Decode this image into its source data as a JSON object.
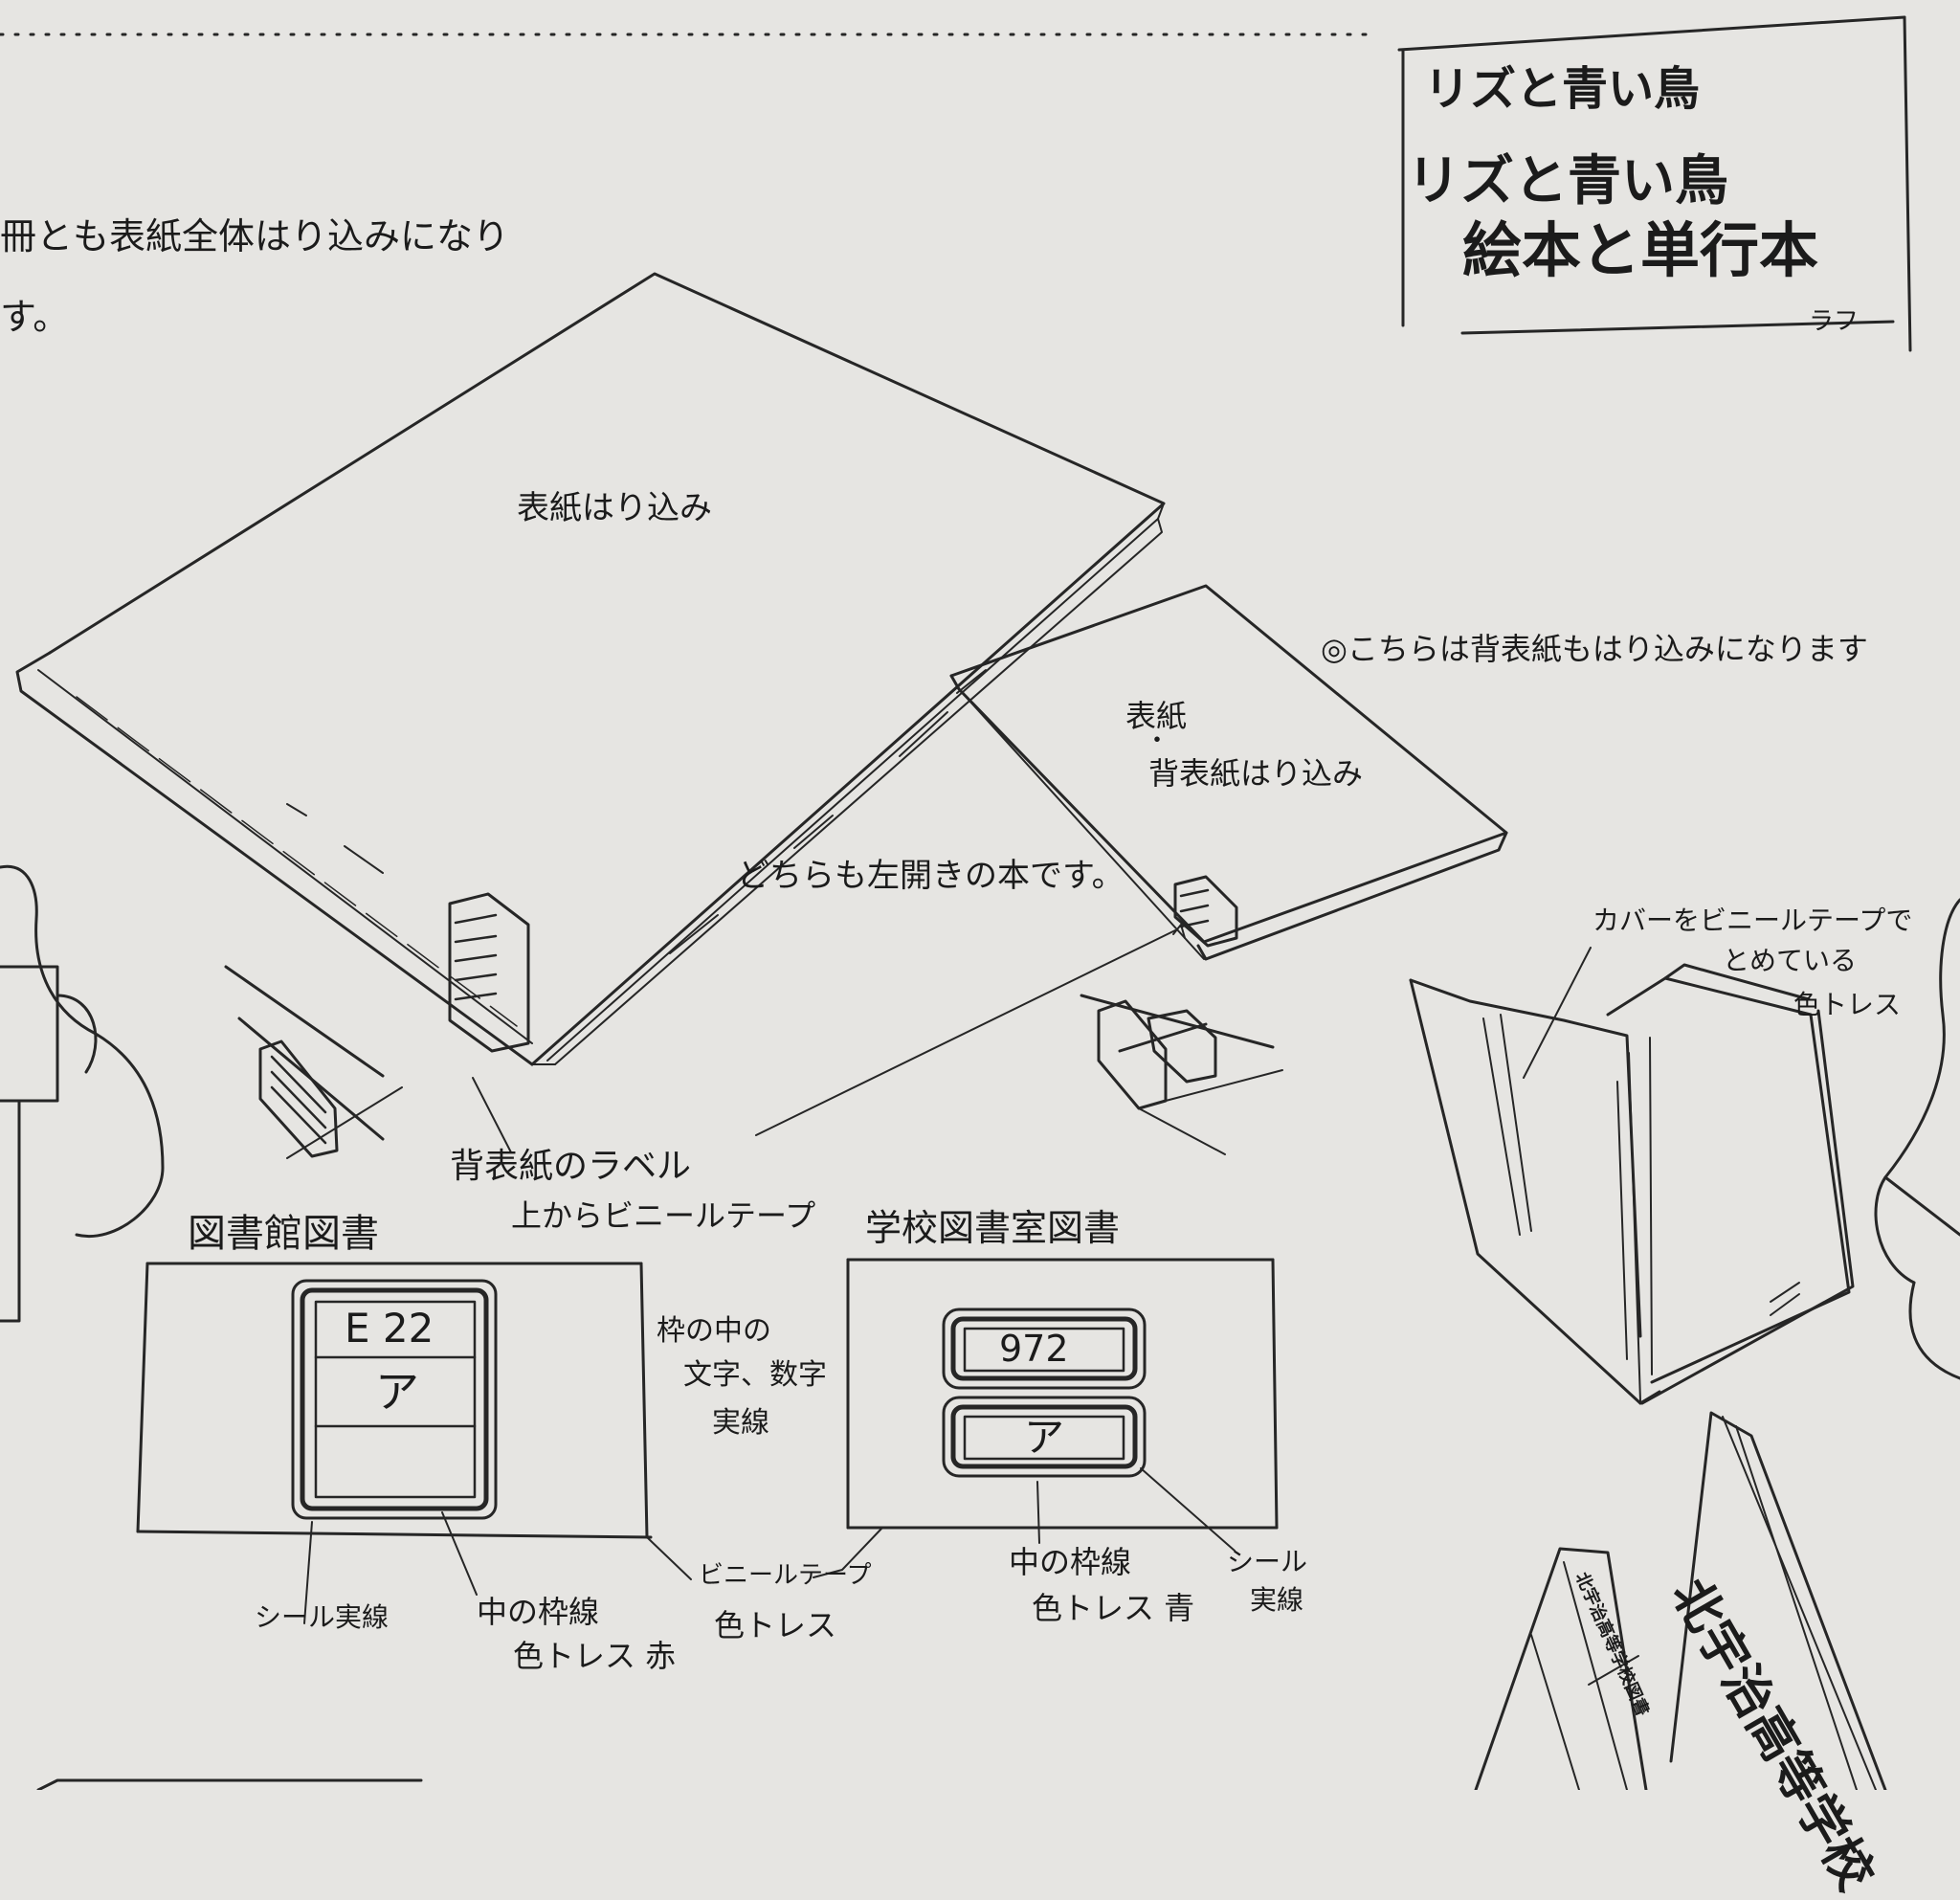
{
  "intro": {
    "line1": "冊とも表紙全体はり込みになり",
    "line2": "す。"
  },
  "title_box": {
    "line1": "リズと青い鳥",
    "line2": "リズと青い鳥",
    "line3": "絵本と単行本",
    "footer": "ラフ"
  },
  "large_book": {
    "cover_note": "表紙はり込み"
  },
  "small_book": {
    "side_note": "◎こちらは背表紙もはり込みになります",
    "cover_note_1": "表紙",
    "cover_note_2": "・",
    "cover_note_3": "背表紙はり込み"
  },
  "center_note": "どちらも左開きの本です。",
  "spine_label_note": {
    "line1": "背表紙のラベル",
    "line2": "上からビニールテープ"
  },
  "public_library": {
    "heading": "図書館図書",
    "label_top": "E 22",
    "label_mid": "ア",
    "label_bottom": "",
    "seal_note": "シール実線",
    "frame_note_1": "中の枠線",
    "frame_note_2": "色トレス 赤"
  },
  "middle_note": {
    "line1": "枠の中の",
    "line2": "文字、数字",
    "line3": "実線"
  },
  "vinyl_note": {
    "line1": "ビニールテープ",
    "line2": "色トレス"
  },
  "school_library": {
    "heading": "学校図書室図書",
    "label_top": "972",
    "label_bottom": "ア",
    "frame_note_1": "中の枠線",
    "frame_note_2": "色トレス 青",
    "seal_note_1": "シール",
    "seal_note_2": "実線"
  },
  "cover_note": {
    "line1": "カバーをビニールテープで",
    "line2": "とめている",
    "line3": "色トレス"
  },
  "spine_text": {
    "big": "北宇治高等学校",
    "small": "北宇治高等学校図書"
  }
}
